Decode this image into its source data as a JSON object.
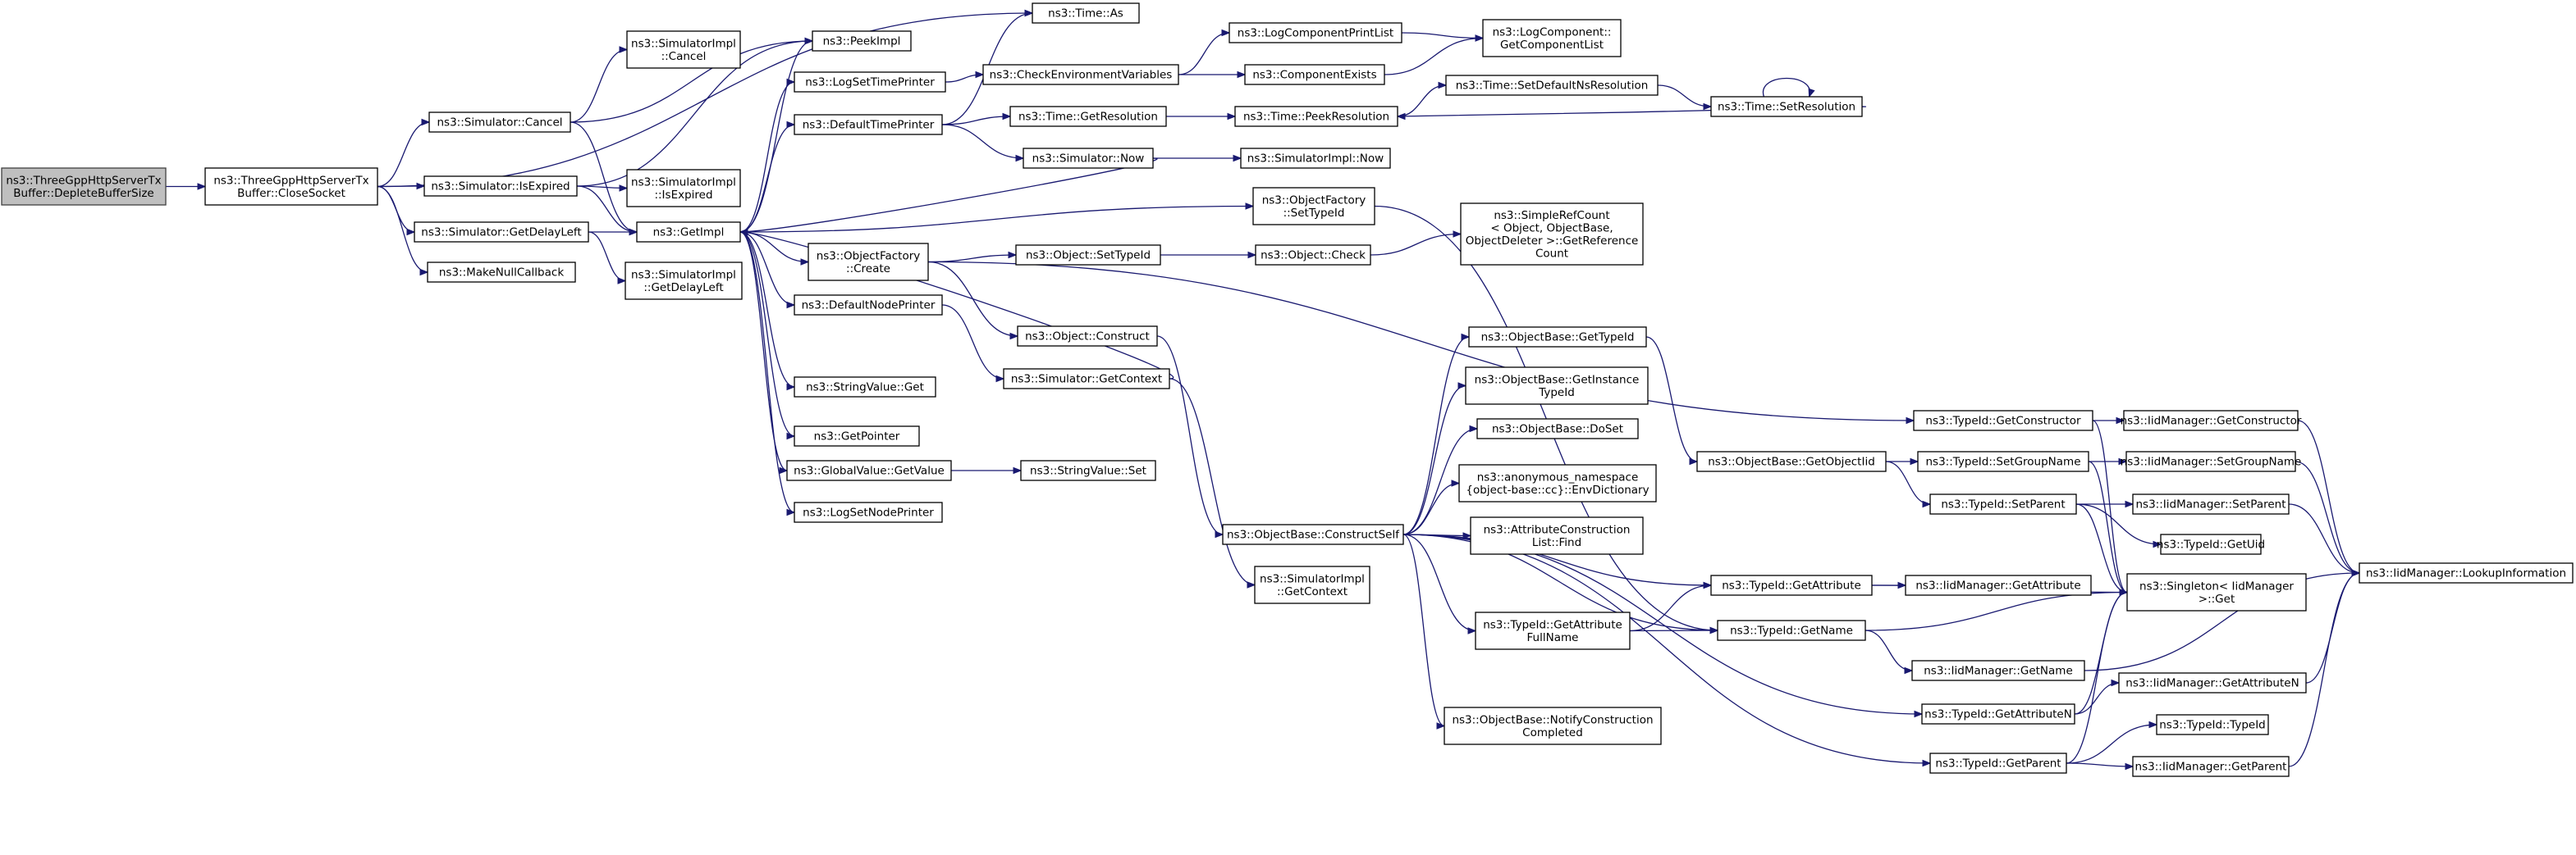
{
  "diagram": {
    "type": "call-graph",
    "colors": {
      "edge": "#191970",
      "root_fill": "#bfbfbf",
      "node_fill": "#ffffff",
      "node_border": "#000000"
    },
    "nodes": [
      {
        "id": "n0",
        "lines": [
          "ns3::ThreeGppHttpServerTx",
          "Buffer::DepleteBufferSize"
        ],
        "root": true
      },
      {
        "id": "n1",
        "lines": [
          "ns3::ThreeGppHttpServerTx",
          "Buffer::CloseSocket"
        ]
      },
      {
        "id": "n2",
        "lines": [
          "ns3::Simulator::Cancel"
        ]
      },
      {
        "id": "n3",
        "lines": [
          "ns3::Simulator::IsExpired"
        ]
      },
      {
        "id": "n4",
        "lines": [
          "ns3::Simulator::GetDelayLeft"
        ]
      },
      {
        "id": "n5",
        "lines": [
          "ns3::MakeNullCallback"
        ]
      },
      {
        "id": "n6",
        "lines": [
          "ns3::Time::As"
        ]
      },
      {
        "id": "n7",
        "lines": [
          "ns3::SimulatorImpl",
          "::Cancel"
        ]
      },
      {
        "id": "n8",
        "lines": [
          "ns3::PeekImpl"
        ]
      },
      {
        "id": "n9",
        "lines": [
          "ns3::GetImpl"
        ]
      },
      {
        "id": "n10",
        "lines": [
          "ns3::SimulatorImpl",
          "::IsExpired"
        ]
      },
      {
        "id": "n11",
        "lines": [
          "ns3::SimulatorImpl",
          "::GetDelayLeft"
        ]
      },
      {
        "id": "n12",
        "lines": [
          "ns3::LogSetTimePrinter"
        ]
      },
      {
        "id": "n13",
        "lines": [
          "ns3::DefaultTimePrinter"
        ]
      },
      {
        "id": "n14",
        "lines": [
          "ns3::ObjectFactory",
          "::Create"
        ]
      },
      {
        "id": "n15",
        "lines": [
          "ns3::DefaultNodePrinter"
        ]
      },
      {
        "id": "n16",
        "lines": [
          "ns3::StringValue::Get"
        ]
      },
      {
        "id": "n17",
        "lines": [
          "ns3::GetPointer"
        ]
      },
      {
        "id": "n18",
        "lines": [
          "ns3::GlobalValue::GetValue"
        ]
      },
      {
        "id": "n19",
        "lines": [
          "ns3::LogSetNodePrinter"
        ]
      },
      {
        "id": "n20",
        "lines": [
          "ns3::CheckEnvironmentVariables"
        ]
      },
      {
        "id": "n21",
        "lines": [
          "ns3::Time::GetResolution"
        ]
      },
      {
        "id": "n22",
        "lines": [
          "ns3::Simulator::Now"
        ]
      },
      {
        "id": "n23",
        "lines": [
          "ns3::Object::SetTypeId"
        ]
      },
      {
        "id": "n24",
        "lines": [
          "ns3::Object::Construct"
        ]
      },
      {
        "id": "n25",
        "lines": [
          "ns3::Simulator::GetContext"
        ]
      },
      {
        "id": "n26",
        "lines": [
          "ns3::StringValue::Set"
        ]
      },
      {
        "id": "n27",
        "lines": [
          "ns3::LogComponentPrintList"
        ]
      },
      {
        "id": "n28",
        "lines": [
          "ns3::ComponentExists"
        ]
      },
      {
        "id": "n29",
        "lines": [
          "ns3::LogComponent::",
          "GetComponentList"
        ]
      },
      {
        "id": "n30",
        "lines": [
          "ns3::Time::PeekResolution"
        ]
      },
      {
        "id": "n31",
        "lines": [
          "ns3::Time::SetDefaultNsResolution"
        ]
      },
      {
        "id": "n32",
        "lines": [
          "ns3::Time::SetResolution"
        ]
      },
      {
        "id": "n33",
        "lines": [
          "ns3::SimulatorImpl::Now"
        ]
      },
      {
        "id": "n34",
        "lines": [
          "ns3::ObjectFactory",
          "::SetTypeId"
        ]
      },
      {
        "id": "n35",
        "lines": [
          "ns3::Object::Check"
        ]
      },
      {
        "id": "n36",
        "lines": [
          "ns3::SimpleRefCount",
          "< Object, ObjectBase,",
          "ObjectDeleter >::GetReference",
          "Count"
        ]
      },
      {
        "id": "n37",
        "lines": [
          "ns3::ObjectBase::ConstructSelf"
        ]
      },
      {
        "id": "n38",
        "lines": [
          "ns3::SimulatorImpl",
          "::GetContext"
        ]
      },
      {
        "id": "n39",
        "lines": [
          "ns3::ObjectBase::GetTypeId"
        ]
      },
      {
        "id": "n40",
        "lines": [
          "ns3::ObjectBase::GetInstance",
          "TypeId"
        ]
      },
      {
        "id": "n41",
        "lines": [
          "ns3::ObjectBase::DoSet"
        ]
      },
      {
        "id": "n42",
        "lines": [
          "ns3::anonymous_namespace",
          "{object-base::cc}::EnvDictionary"
        ]
      },
      {
        "id": "n43",
        "lines": [
          "ns3::AttributeConstruction",
          "List::Find"
        ]
      },
      {
        "id": "n44",
        "lines": [
          "ns3::TypeId::GetAttribute",
          "FullName"
        ]
      },
      {
        "id": "n45",
        "lines": [
          "ns3::ObjectBase::NotifyConstruction",
          "Completed"
        ]
      },
      {
        "id": "n46",
        "lines": [
          "ns3::ObjectBase::GetObjectIid"
        ]
      },
      {
        "id": "n47",
        "lines": [
          "ns3::TypeId::GetAttribute"
        ]
      },
      {
        "id": "n48",
        "lines": [
          "ns3::TypeId::GetName"
        ]
      },
      {
        "id": "n49",
        "lines": [
          "ns3::TypeId::GetConstructor"
        ]
      },
      {
        "id": "n50",
        "lines": [
          "ns3::TypeId::SetGroupName"
        ]
      },
      {
        "id": "n51",
        "lines": [
          "ns3::TypeId::SetParent"
        ]
      },
      {
        "id": "n52",
        "lines": [
          "ns3::IidManager::GetAttribute"
        ]
      },
      {
        "id": "n53",
        "lines": [
          "ns3::IidManager::GetName"
        ]
      },
      {
        "id": "n54",
        "lines": [
          "ns3::TypeId::GetAttributeN"
        ]
      },
      {
        "id": "n55",
        "lines": [
          "ns3::TypeId::GetParent"
        ]
      },
      {
        "id": "n56",
        "lines": [
          "ns3::IidManager::GetConstructor"
        ]
      },
      {
        "id": "n57",
        "lines": [
          "ns3::IidManager::SetGroupName"
        ]
      },
      {
        "id": "n58",
        "lines": [
          "ns3::IidManager::SetParent"
        ]
      },
      {
        "id": "n59",
        "lines": [
          "ns3::TypeId::GetUid"
        ]
      },
      {
        "id": "n60",
        "lines": [
          "ns3::Singleton< IidManager",
          ">::Get"
        ]
      },
      {
        "id": "n61",
        "lines": [
          "ns3::IidManager::GetAttributeN"
        ]
      },
      {
        "id": "n62",
        "lines": [
          "ns3::TypeId::TypeId"
        ]
      },
      {
        "id": "n63",
        "lines": [
          "ns3::IidManager::GetParent"
        ]
      },
      {
        "id": "n64",
        "lines": [
          "ns3::IidManager::LookupInformation"
        ]
      }
    ],
    "edges": [
      [
        "n0",
        "n1"
      ],
      [
        "n1",
        "n2"
      ],
      [
        "n1",
        "n3"
      ],
      [
        "n1",
        "n4"
      ],
      [
        "n1",
        "n5"
      ],
      [
        "n1",
        "n6"
      ],
      [
        "n2",
        "n7"
      ],
      [
        "n2",
        "n8"
      ],
      [
        "n2",
        "n9"
      ],
      [
        "n3",
        "n8"
      ],
      [
        "n3",
        "n9"
      ],
      [
        "n3",
        "n10"
      ],
      [
        "n4",
        "n9"
      ],
      [
        "n4",
        "n11"
      ],
      [
        "n9",
        "n8"
      ],
      [
        "n9",
        "n12"
      ],
      [
        "n9",
        "n13"
      ],
      [
        "n9",
        "n14"
      ],
      [
        "n9",
        "n15"
      ],
      [
        "n9",
        "n16"
      ],
      [
        "n9",
        "n17"
      ],
      [
        "n9",
        "n18"
      ],
      [
        "n9",
        "n19"
      ],
      [
        "n12",
        "n20"
      ],
      [
        "n13",
        "n6"
      ],
      [
        "n13",
        "n21"
      ],
      [
        "n13",
        "n22"
      ],
      [
        "n14",
        "n23"
      ],
      [
        "n14",
        "n24"
      ],
      [
        "n14",
        "n49"
      ],
      [
        "n15",
        "n25"
      ],
      [
        "n18",
        "n26"
      ],
      [
        "n20",
        "n27"
      ],
      [
        "n20",
        "n28"
      ],
      [
        "n27",
        "n29"
      ],
      [
        "n28",
        "n29"
      ],
      [
        "n21",
        "n30"
      ],
      [
        "n22",
        "n9"
      ],
      [
        "n22",
        "n33"
      ],
      [
        "n30",
        "n31"
      ],
      [
        "n31",
        "n32"
      ],
      [
        "n32",
        "n30"
      ],
      [
        "n32",
        "n32"
      ],
      [
        "n9",
        "n34"
      ],
      [
        "n34",
        "n48"
      ],
      [
        "n23",
        "n35"
      ],
      [
        "n35",
        "n36"
      ],
      [
        "n24",
        "n37"
      ],
      [
        "n25",
        "n9"
      ],
      [
        "n25",
        "n38"
      ],
      [
        "n37",
        "n39"
      ],
      [
        "n37",
        "n40"
      ],
      [
        "n37",
        "n41"
      ],
      [
        "n37",
        "n42"
      ],
      [
        "n37",
        "n43"
      ],
      [
        "n37",
        "n44"
      ],
      [
        "n37",
        "n45"
      ],
      [
        "n37",
        "n47"
      ],
      [
        "n37",
        "n48"
      ],
      [
        "n37",
        "n54"
      ],
      [
        "n37",
        "n55"
      ],
      [
        "n39",
        "n46"
      ],
      [
        "n46",
        "n50"
      ],
      [
        "n46",
        "n51"
      ],
      [
        "n44",
        "n47"
      ],
      [
        "n44",
        "n48"
      ],
      [
        "n47",
        "n52"
      ],
      [
        "n47",
        "n60"
      ],
      [
        "n48",
        "n53"
      ],
      [
        "n48",
        "n60"
      ],
      [
        "n49",
        "n56"
      ],
      [
        "n49",
        "n60"
      ],
      [
        "n50",
        "n57"
      ],
      [
        "n50",
        "n60"
      ],
      [
        "n51",
        "n58"
      ],
      [
        "n51",
        "n59"
      ],
      [
        "n51",
        "n60"
      ],
      [
        "n53",
        "n64"
      ],
      [
        "n54",
        "n61"
      ],
      [
        "n54",
        "n60"
      ],
      [
        "n55",
        "n62"
      ],
      [
        "n55",
        "n63"
      ],
      [
        "n55",
        "n60"
      ],
      [
        "n56",
        "n64"
      ],
      [
        "n57",
        "n64"
      ],
      [
        "n58",
        "n64"
      ],
      [
        "n61",
        "n64"
      ],
      [
        "n63",
        "n64"
      ]
    ]
  }
}
